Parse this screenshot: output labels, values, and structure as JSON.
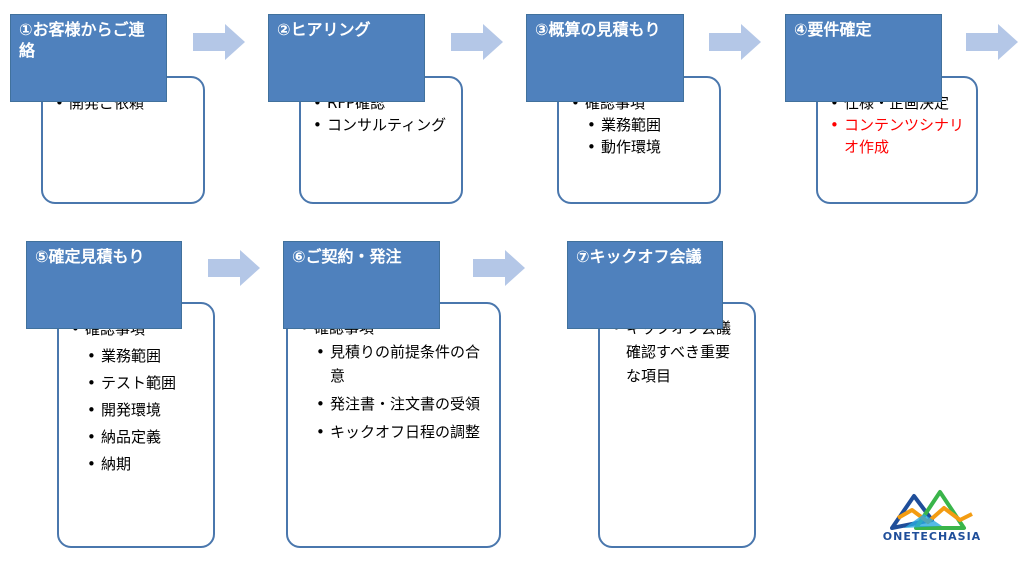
{
  "steps": [
    {
      "title": "①お客様からご連絡",
      "items": [
        {
          "text": "開発ご依頼",
          "level": 1
        }
      ]
    },
    {
      "title": "②ヒアリング",
      "items": [
        {
          "text": "RFP確認",
          "level": 1
        },
        {
          "text": "コンサルティング",
          "level": 1
        }
      ]
    },
    {
      "title": "③概算の見積もり",
      "items": [
        {
          "text": "確認事項",
          "level": 1
        },
        {
          "text": "業務範囲",
          "level": 2
        },
        {
          "text": "動作環境",
          "level": 2
        }
      ]
    },
    {
      "title": "④要件確定",
      "items": [
        {
          "text": "仕様・企画決定",
          "level": 1
        },
        {
          "text": "コンテンツシナリオ作成",
          "level": 1,
          "highlight": true
        }
      ]
    },
    {
      "title": "⑤確定見積もり",
      "items": [
        {
          "text": "確認事項",
          "level": 1
        },
        {
          "text": "業務範囲",
          "level": 2
        },
        {
          "text": "テスト範囲",
          "level": 2
        },
        {
          "text": "開発環境",
          "level": 2
        },
        {
          "text": "納品定義",
          "level": 2
        },
        {
          "text": "納期",
          "level": 2
        }
      ]
    },
    {
      "title": "⑥ご契約・発注",
      "items": [
        {
          "text": "確認事項",
          "level": 1
        },
        {
          "text": "見積りの前提条件の合意",
          "level": 2
        },
        {
          "text": "発注書・注文書の受領",
          "level": 2
        },
        {
          "text": "キックオフ日程の調整",
          "level": 2
        }
      ]
    },
    {
      "title": "⑦キックオフ会議",
      "items": [
        {
          "text": "キックオフ会議確認すべき重要な項目",
          "level": 1
        }
      ]
    }
  ],
  "logo": {
    "text": "ONETECHASIA"
  },
  "colors": {
    "header": "#4f81bd",
    "border": "#4a77ad",
    "arrow": "#b4c7e7",
    "highlight": "#ff0000"
  }
}
